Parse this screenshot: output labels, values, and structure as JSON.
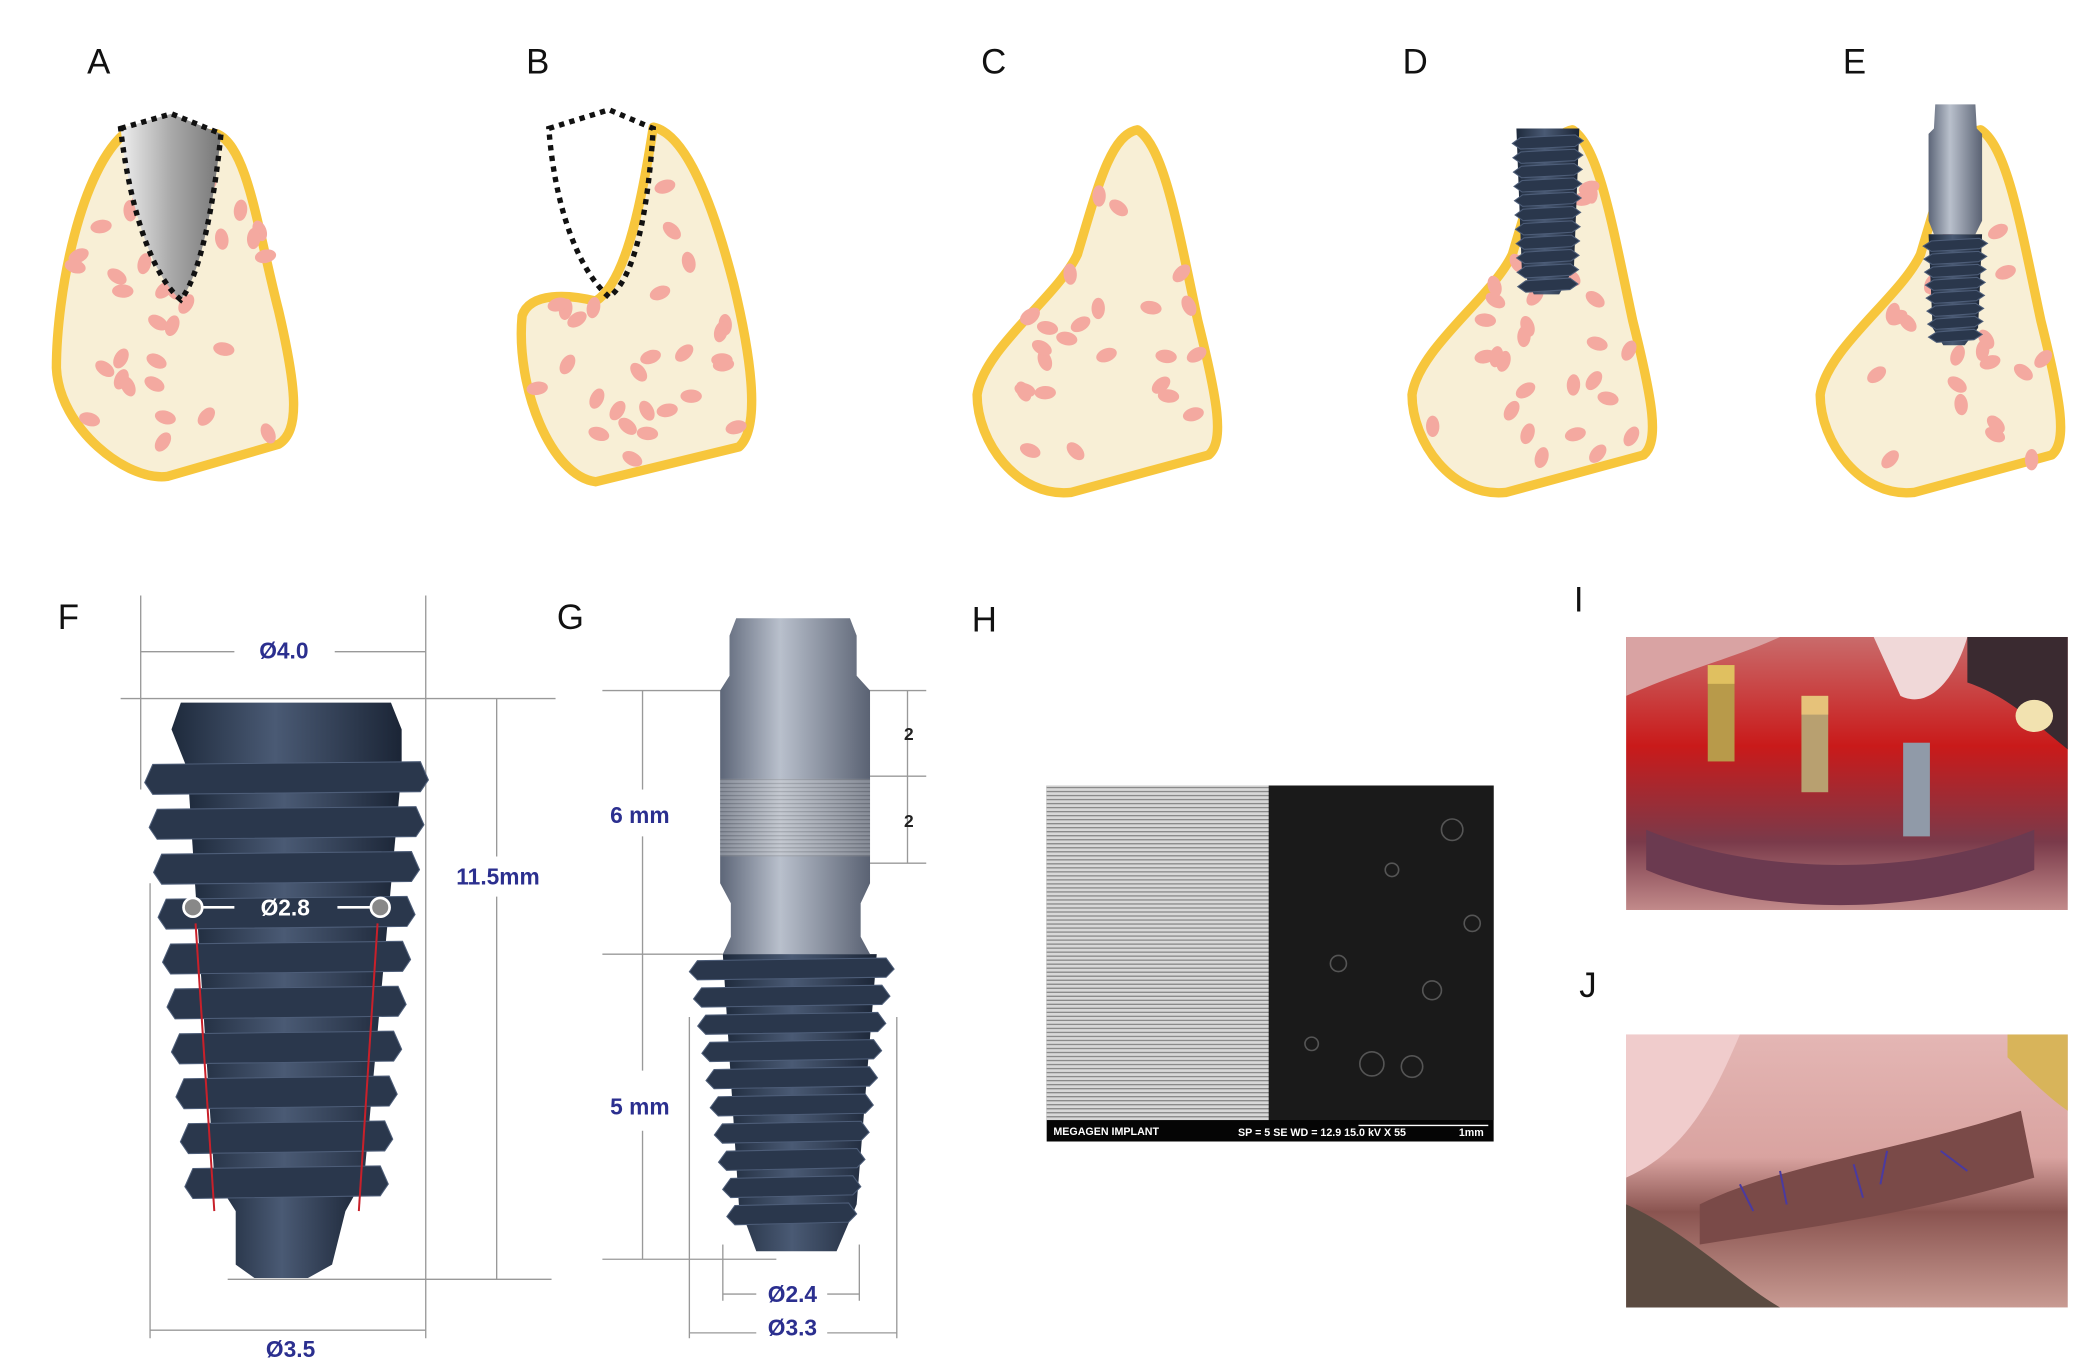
{
  "panels": {
    "A": "A",
    "B": "B",
    "C": "C",
    "D": "D",
    "E": "E",
    "F": "F",
    "G": "G",
    "H": "H",
    "I": "I",
    "J": "J"
  },
  "implant_f": {
    "top_diameter": "Ø4.0",
    "core_diameter": "Ø2.8",
    "length": "11.5mm",
    "bottom_diameter": "Ø3.5"
  },
  "implant_g": {
    "upper_length": "6 mm",
    "lower_length": "5 mm",
    "segment_1": "2",
    "segment_2": "2",
    "core_diameter": "Ø2.4",
    "outer_diameter": "Ø3.3"
  },
  "sem": {
    "brand": "MEGAGEN IMPLANT",
    "params": "SP = 5  SE   WD = 12.9   15.0 kV  X 55",
    "scale": "1mm"
  },
  "colors": {
    "bone_outline": "#f7c63c",
    "bone_fill": "#f8efd6",
    "spots": "#f4a9a0",
    "dimension_text": "#2b2f8f",
    "implant": "#2f3e55"
  }
}
